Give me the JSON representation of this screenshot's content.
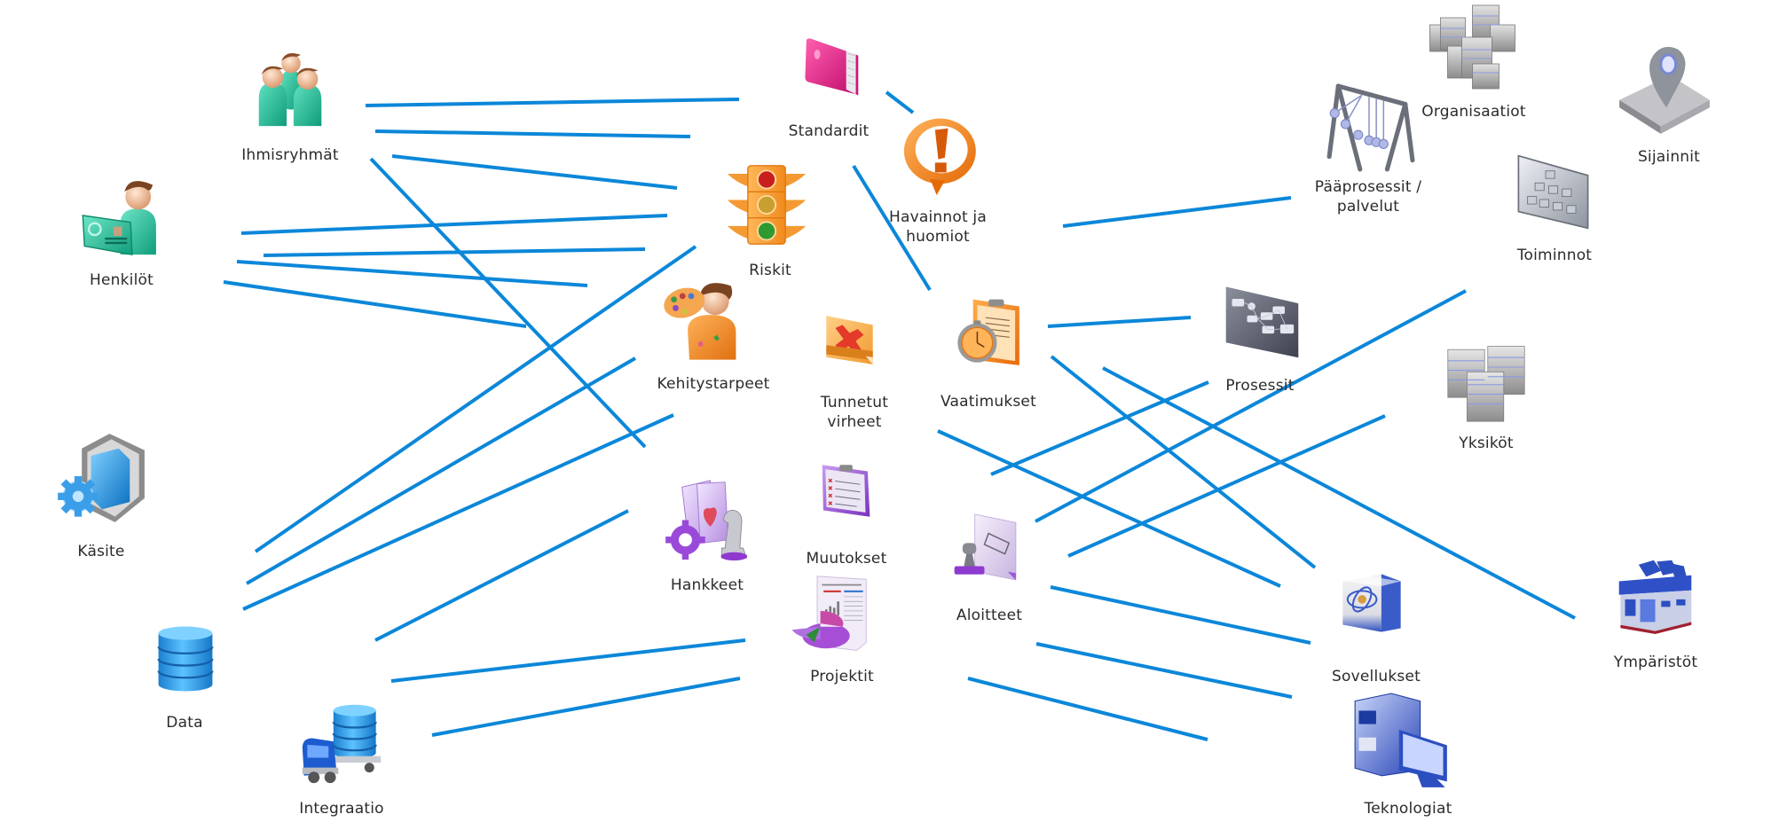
{
  "diagram": {
    "title": "",
    "link_color": "#0b87d9",
    "label_color": "#2b2b2b",
    "nodes": [
      {
        "id": "ihmisryhmat",
        "label": [
          "Ihmisryhmät"
        ],
        "icon": "people-group-icon",
        "color": "#1fbf9a"
      },
      {
        "id": "henkilot",
        "label": [
          "Henkilöt"
        ],
        "icon": "person-id-card-icon",
        "color": "#1fbf9a"
      },
      {
        "id": "kasite",
        "label": [
          "Käsite"
        ],
        "icon": "cube-gear-icon",
        "color": "#2a9be0"
      },
      {
        "id": "data",
        "label": [
          "Data"
        ],
        "icon": "database-icon",
        "color": "#2a9be0"
      },
      {
        "id": "integraatio",
        "label": [
          "Integraatio"
        ],
        "icon": "truck-database-icon",
        "color": "#2a9be0"
      },
      {
        "id": "standardit",
        "label": [
          "Standardit"
        ],
        "icon": "book-icon",
        "color": "#e0157f"
      },
      {
        "id": "havainnot",
        "label": [
          "Havainnot ja",
          "huomiot"
        ],
        "icon": "exclamation-bubble-icon",
        "color": "#f08020"
      },
      {
        "id": "riskit",
        "label": [
          "Riskit"
        ],
        "icon": "traffic-light-icon",
        "color": "#f59a33"
      },
      {
        "id": "kehitystarpeet",
        "label": [
          "Kehitystarpeet"
        ],
        "icon": "painter-icon",
        "color": "#f08c1e"
      },
      {
        "id": "tunnetut-virheet",
        "label": [
          "Tunnetut",
          "virheet"
        ],
        "icon": "error-document-icon",
        "color": "#f5a940"
      },
      {
        "id": "vaatimukset",
        "label": [
          "Vaatimukset"
        ],
        "icon": "clipboard-stopwatch-icon",
        "color": "#f08020"
      },
      {
        "id": "muutokset",
        "label": [
          "Muutokset"
        ],
        "icon": "checklist-clipboard-icon",
        "color": "#9b4fd8"
      },
      {
        "id": "hankkeet",
        "label": [
          "Hankkeet"
        ],
        "icon": "cards-gear-chess-icon",
        "color": "#a860e0"
      },
      {
        "id": "projektit",
        "label": [
          "Projektit"
        ],
        "icon": "report-pie-chart-icon",
        "color": "#a64fd6"
      },
      {
        "id": "aloitteet",
        "label": [
          "Aloitteet"
        ],
        "icon": "stamp-document-icon",
        "color": "#8e4bc8"
      },
      {
        "id": "paaprosessit",
        "label": [
          "Pääprosessit /",
          "palvelut"
        ],
        "icon": "newtons-cradle-icon",
        "color": "#6a6f7a"
      },
      {
        "id": "organisaatiot",
        "label": [
          "Organisaatiot"
        ],
        "icon": "building-blocks-icon",
        "color": "#9a9a9a"
      },
      {
        "id": "sijainnit",
        "label": [
          "Sijainnit"
        ],
        "icon": "location-pin-icon",
        "color": "#8e939c"
      },
      {
        "id": "toiminnot",
        "label": [
          "Toiminnot"
        ],
        "icon": "org-chart-panel-icon",
        "color": "#9ea3ad"
      },
      {
        "id": "prosessit",
        "label": [
          "Prosessit"
        ],
        "icon": "process-flow-panel-icon",
        "color": "#5d616c"
      },
      {
        "id": "yksikot",
        "label": [
          "Yksiköt"
        ],
        "icon": "server-blocks-icon",
        "color": "#9a9a9a"
      },
      {
        "id": "sovellukset",
        "label": [
          "Sovellukset"
        ],
        "icon": "software-box-icon",
        "color": "#2c4fc0"
      },
      {
        "id": "teknologiat",
        "label": [
          "Teknologiat"
        ],
        "icon": "computer-icon",
        "color": "#2c4fc0"
      },
      {
        "id": "ymparistot",
        "label": [
          "Ympäristöt"
        ],
        "icon": "factory-building-icon",
        "color": "#2c4fc0"
      }
    ],
    "links": [
      {
        "from": "ihmisryhmat",
        "to": "standardit"
      },
      {
        "from": "ihmisryhmat",
        "to": "riskit"
      },
      {
        "from": "ihmisryhmat",
        "to": "riskit"
      },
      {
        "from": "ihmisryhmat",
        "to": "hankkeet"
      },
      {
        "from": "henkilot",
        "to": "riskit"
      },
      {
        "from": "henkilot",
        "to": "riskit"
      },
      {
        "from": "henkilot",
        "to": "kehitystarpeet"
      },
      {
        "from": "henkilot",
        "to": "kehitystarpeet"
      },
      {
        "from": "kasite",
        "to": "riskit"
      },
      {
        "from": "data",
        "to": "kehitystarpeet"
      },
      {
        "from": "data",
        "to": "hankkeet"
      },
      {
        "from": "integraatio",
        "to": "hankkeet"
      },
      {
        "from": "integraatio",
        "to": "projektit"
      },
      {
        "from": "integraatio",
        "to": "projektit"
      },
      {
        "from": "standardit",
        "to": "havainnot"
      },
      {
        "from": "standardit",
        "to": "vaatimukset"
      },
      {
        "from": "havainnot",
        "to": "paaprosessit"
      },
      {
        "from": "vaatimukset",
        "to": "prosessit"
      },
      {
        "from": "vaatimukset",
        "to": "sovellukset"
      },
      {
        "from": "vaatimukset",
        "to": "ymparistot"
      },
      {
        "from": "aloitteet",
        "to": "prosessit"
      },
      {
        "from": "aloitteet",
        "to": "toiminnot"
      },
      {
        "from": "aloitteet",
        "to": "yksikot"
      },
      {
        "from": "tunnetut-virheet",
        "to": "sovellukset"
      },
      {
        "from": "aloitteet",
        "to": "sovellukset"
      },
      {
        "from": "aloitteet",
        "to": "teknologiat"
      },
      {
        "from": "projektit",
        "to": "teknologiat"
      }
    ]
  }
}
